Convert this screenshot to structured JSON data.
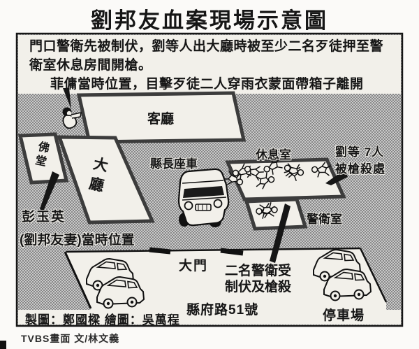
{
  "title": "劉邦友血案現場示意圖",
  "intro": {
    "para1": "門口警衛先被制伏，劉等人出大廳時被至少二名歹徒押至警衛室休息房間開槍。",
    "para2": "菲傭當時位置，目擊歹徒二人穿雨衣蒙面帶箱子離開"
  },
  "rooms": {
    "living_room": "客廳",
    "buddhist_hall": "佛堂",
    "main_hall": "大廳",
    "rest_room": "休息室",
    "guard_room": "警衛室"
  },
  "annotations": {
    "magistrate_car": "縣長座車",
    "victims_line1": "劉等 7人",
    "victims_line2": "被槍殺處",
    "wife_line1": "彭玉英",
    "wife_line2": "(劉邦友妻)當時位置",
    "main_gate": "大門",
    "guards_line1": "二名警衛受",
    "guards_line2": "制伏及槍殺",
    "address": "縣府路51號",
    "parking_lot": "停車場"
  },
  "credits": {
    "map_credit": "製圖：鄭國樑 繪圖：吳萬程",
    "source": "TVBS畫面 文/林文義"
  },
  "colors": {
    "ink": "#161616",
    "paper": "#f2f0ea",
    "halftone_dot": "#7a7a7a",
    "halftone_bg": "#cacaca",
    "room_border": "#3c3c3c"
  }
}
